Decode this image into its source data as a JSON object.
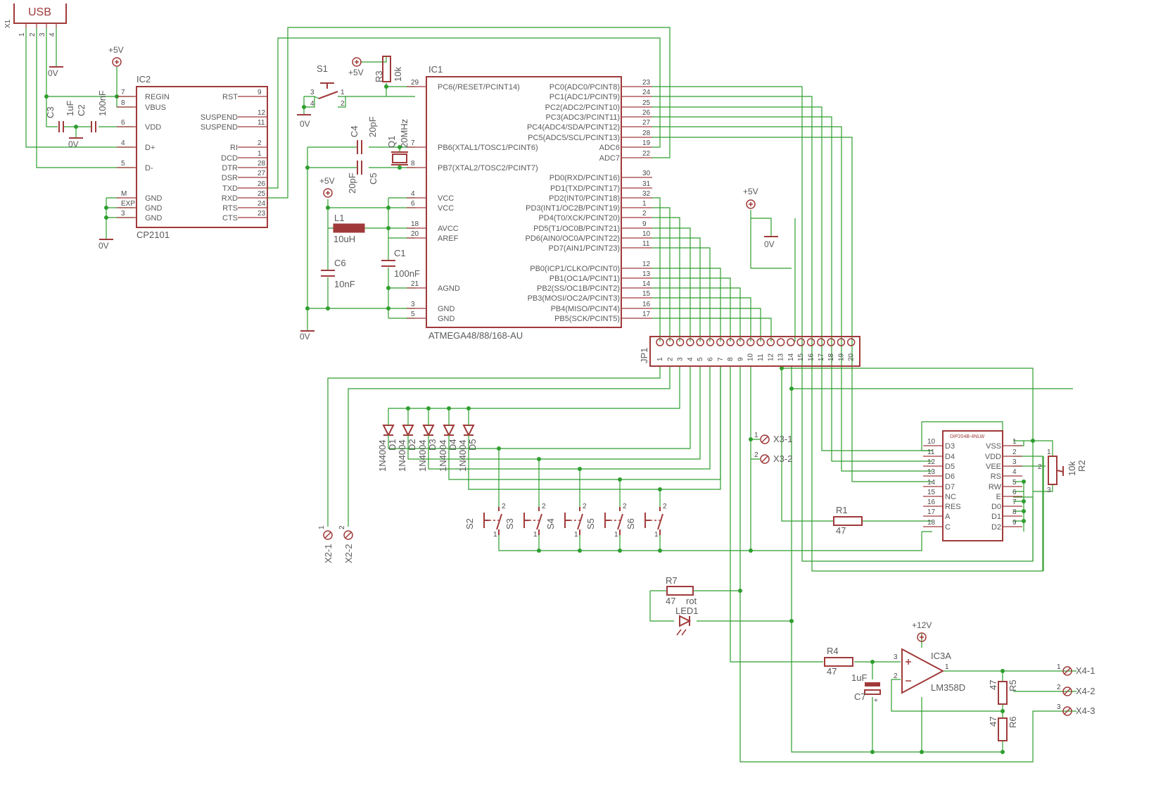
{
  "usb": {
    "label": "USB",
    "ref": "X1",
    "pins": [
      "1",
      "2",
      "3",
      "4"
    ]
  },
  "nets": {
    "v0": "0V",
    "v5": "+5V",
    "v12": "+12V"
  },
  "ic2": {
    "ref": "IC2",
    "part": "CP2101",
    "left": [
      {
        "n": "7",
        "t": "REGIN"
      },
      {
        "n": "8",
        "t": "VBUS"
      },
      {
        "n": "6",
        "t": "VDD"
      },
      {
        "n": "4",
        "t": "D+"
      },
      {
        "n": "5",
        "t": "D-"
      },
      {
        "n": "M",
        "t": "GND"
      },
      {
        "n": "EXP",
        "t": "GND"
      },
      {
        "n": "3",
        "t": "GND"
      }
    ],
    "right": [
      {
        "n": "9",
        "t": "RST"
      },
      {
        "n": "12",
        "t": "SUSPEND"
      },
      {
        "n": "11",
        "t": "SUSPEND"
      },
      {
        "n": "2",
        "t": "RI"
      },
      {
        "n": "1",
        "t": "DCD"
      },
      {
        "n": "28",
        "t": "DTR"
      },
      {
        "n": "27",
        "t": "DSR"
      },
      {
        "n": "26",
        "t": "TXD"
      },
      {
        "n": "25",
        "t": "RXD"
      },
      {
        "n": "24",
        "t": "RTS"
      },
      {
        "n": "23",
        "t": "CTS"
      }
    ]
  },
  "ic1": {
    "ref": "IC1",
    "part": "ATMEGA48/88/168-AU",
    "left": [
      {
        "n": "29",
        "t": "PC6(/RESET/PCINT14)"
      },
      {
        "n": "7",
        "t": "PB6(XTAL1/TOSC1/PCINT6)"
      },
      {
        "n": "8",
        "t": "PB7(XTAL2/TOSC2/PCINT7)"
      },
      {
        "n": "4",
        "t": "VCC"
      },
      {
        "n": "6",
        "t": "VCC"
      },
      {
        "n": "18",
        "t": "AVCC"
      },
      {
        "n": "20",
        "t": "AREF"
      },
      {
        "n": "21",
        "t": "AGND"
      },
      {
        "n": "3",
        "t": "GND"
      },
      {
        "n": "5",
        "t": "GND"
      }
    ],
    "right": [
      {
        "n": "23",
        "t": "PC0(ADC0/PCINT8)"
      },
      {
        "n": "24",
        "t": "PC1(ADC1/PCINT9)"
      },
      {
        "n": "25",
        "t": "PC2(ADC2/PCINT10)"
      },
      {
        "n": "26",
        "t": "PC3(ADC3/PCINT11)"
      },
      {
        "n": "27",
        "t": "PC4(ADC4/SDA/PCINT12)"
      },
      {
        "n": "28",
        "t": "PC5(ADC5/SCL/PCINT13)"
      },
      {
        "n": "19",
        "t": "ADC6"
      },
      {
        "n": "22",
        "t": "ADC7"
      },
      {
        "n": "30",
        "t": "PD0(RXD/PCINT16)"
      },
      {
        "n": "31",
        "t": "PD1(TXD/PCINT17)"
      },
      {
        "n": "32",
        "t": "PD2(INT0/PCINT18)"
      },
      {
        "n": "1",
        "t": "PD3(INT1/OC2B/PCINT19)"
      },
      {
        "n": "2",
        "t": "PD4(T0/XCK/PCINT20)"
      },
      {
        "n": "9",
        "t": "PD5(T1/OC0B/PCINT21)"
      },
      {
        "n": "10",
        "t": "PD6(AIN0/OC0A/PCINT22)"
      },
      {
        "n": "11",
        "t": "PD7(AIN1/PCINT23)"
      },
      {
        "n": "12",
        "t": "PB0(ICP1/CLKO/PCINT0)"
      },
      {
        "n": "13",
        "t": "PB1(OC1A/PCINT1)"
      },
      {
        "n": "14",
        "t": "PB2(SS/OC1B/PCINT2)"
      },
      {
        "n": "15",
        "t": "PB3(MOSI/OC2A/PCINT3)"
      },
      {
        "n": "16",
        "t": "PB4(MISO/PCINT4)"
      },
      {
        "n": "17",
        "t": "PB5(SCK/PCINT5)"
      }
    ]
  },
  "lcd": {
    "title": "DIP204B-4NLW",
    "left": [
      {
        "n": "10",
        "t": "D3"
      },
      {
        "n": "11",
        "t": "D4"
      },
      {
        "n": "12",
        "t": "D5"
      },
      {
        "n": "13",
        "t": "D6"
      },
      {
        "n": "14",
        "t": "D7"
      },
      {
        "n": "15",
        "t": "NC"
      },
      {
        "n": "16",
        "t": "RES"
      },
      {
        "n": "17",
        "t": "A"
      },
      {
        "n": "18",
        "t": "C"
      }
    ],
    "right": [
      {
        "n": "1",
        "t": "VSS"
      },
      {
        "n": "2",
        "t": "VDD"
      },
      {
        "n": "3",
        "t": "VEE"
      },
      {
        "n": "4",
        "t": "RS"
      },
      {
        "n": "5",
        "t": "RW"
      },
      {
        "n": "6",
        "t": "E"
      },
      {
        "n": "7",
        "t": "D0"
      },
      {
        "n": "8",
        "t": "D1"
      },
      {
        "n": "9",
        "t": "D2"
      }
    ]
  },
  "jp1": {
    "ref": "JP1",
    "count": 20
  },
  "parts": {
    "c3": "C3",
    "c3v": "1uF",
    "c2": "C2",
    "c2v": "100nF",
    "c4": "C4",
    "c4v": "20pF",
    "c5": "C5",
    "c5v": "20pF",
    "q1": "Q1",
    "q1v": "20MHz",
    "s1": "S1",
    "r3": "R3",
    "r3v": "10k",
    "l1": "L1",
    "l1v": "10uH",
    "c6": "C6",
    "c6v": "10nF",
    "c1": "C1",
    "c1v": "100nF",
    "r1": "R1",
    "r1v": "47",
    "r2": "R2",
    "r2v": "10k",
    "r7": "R7",
    "r7v": "47",
    "led1": "LED1",
    "led1v": "rot",
    "r4": "R4",
    "r4v": "47",
    "c7": "C7",
    "c7v": "1uF",
    "ic3": "IC3A",
    "ic3v": "LM358D",
    "r5": "R5",
    "r5v": "47",
    "r6": "R6",
    "r6v": "47"
  },
  "diodes": [
    {
      "ref": "D1",
      "v": "1N4004"
    },
    {
      "ref": "D2",
      "v": "1N4004"
    },
    {
      "ref": "D3",
      "v": "1N4004"
    },
    {
      "ref": "D4",
      "v": "1N4004"
    },
    {
      "ref": "D5",
      "v": "1N4004"
    }
  ],
  "switches": [
    "S2",
    "S3",
    "S4",
    "S5",
    "S6"
  ],
  "conns": {
    "x2_1": "X2-1",
    "x2_2": "X2-2",
    "x3_1": "X3-1",
    "x3_2": "X3-2",
    "x4_1": "X4-1",
    "x4_2": "X4-2",
    "x4_3": "X4-3"
  }
}
